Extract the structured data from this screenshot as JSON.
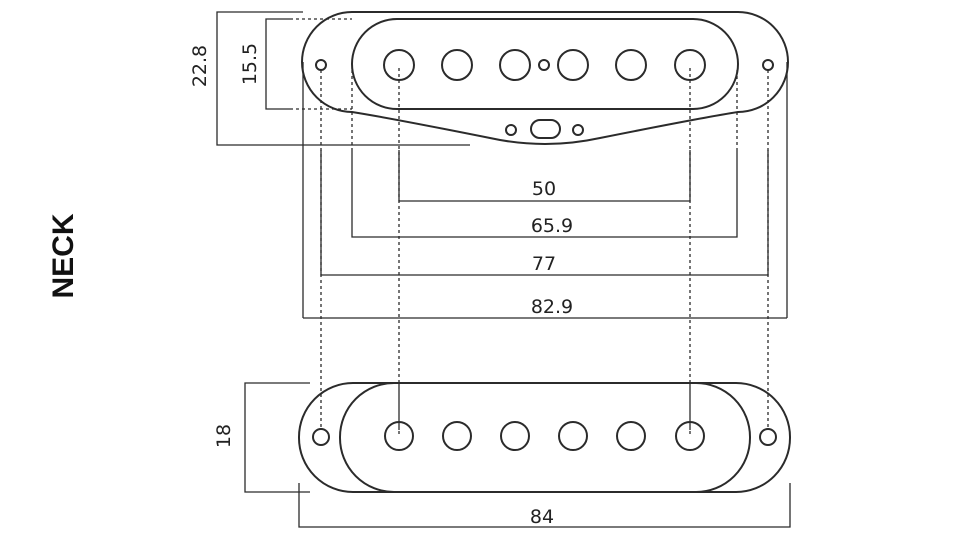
{
  "title": "NECK",
  "dimensions": {
    "cover_height": "22.8",
    "slot_height": "15.5",
    "outer_pole_spacing": "50",
    "slot_length": "65.9",
    "mount_hole_spacing": "77",
    "cover_length": "82.9",
    "base_height": "18",
    "base_length": "84"
  }
}
